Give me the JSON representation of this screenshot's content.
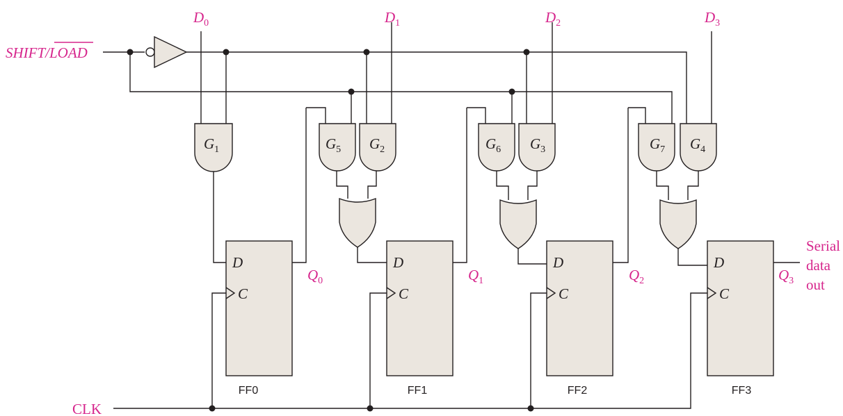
{
  "inputs": {
    "shift_load_a": "SHIFT/",
    "shift_load_b": "LOAD",
    "clk": "CLK",
    "data": [
      {
        "letter": "D",
        "sub": "0"
      },
      {
        "letter": "D",
        "sub": "1"
      },
      {
        "letter": "D",
        "sub": "2"
      },
      {
        "letter": "D",
        "sub": "3"
      }
    ]
  },
  "gates": [
    {
      "letter": "G",
      "sub": "1"
    },
    {
      "letter": "G",
      "sub": "5"
    },
    {
      "letter": "G",
      "sub": "2"
    },
    {
      "letter": "G",
      "sub": "6"
    },
    {
      "letter": "G",
      "sub": "3"
    },
    {
      "letter": "G",
      "sub": "7"
    },
    {
      "letter": "G",
      "sub": "4"
    }
  ],
  "flip_flops": [
    {
      "name": "FF0",
      "d_label": "D",
      "c_label": "C",
      "q_letter": "Q",
      "q_sub": "0"
    },
    {
      "name": "FF1",
      "d_label": "D",
      "c_label": "C",
      "q_letter": "Q",
      "q_sub": "1"
    },
    {
      "name": "FF2",
      "d_label": "D",
      "c_label": "C",
      "q_letter": "Q",
      "q_sub": "2"
    },
    {
      "name": "FF3",
      "d_label": "D",
      "c_label": "C",
      "q_letter": "Q",
      "q_sub": "3"
    }
  ],
  "output": {
    "line1": "Serial",
    "line2": "data",
    "line3": "out"
  }
}
